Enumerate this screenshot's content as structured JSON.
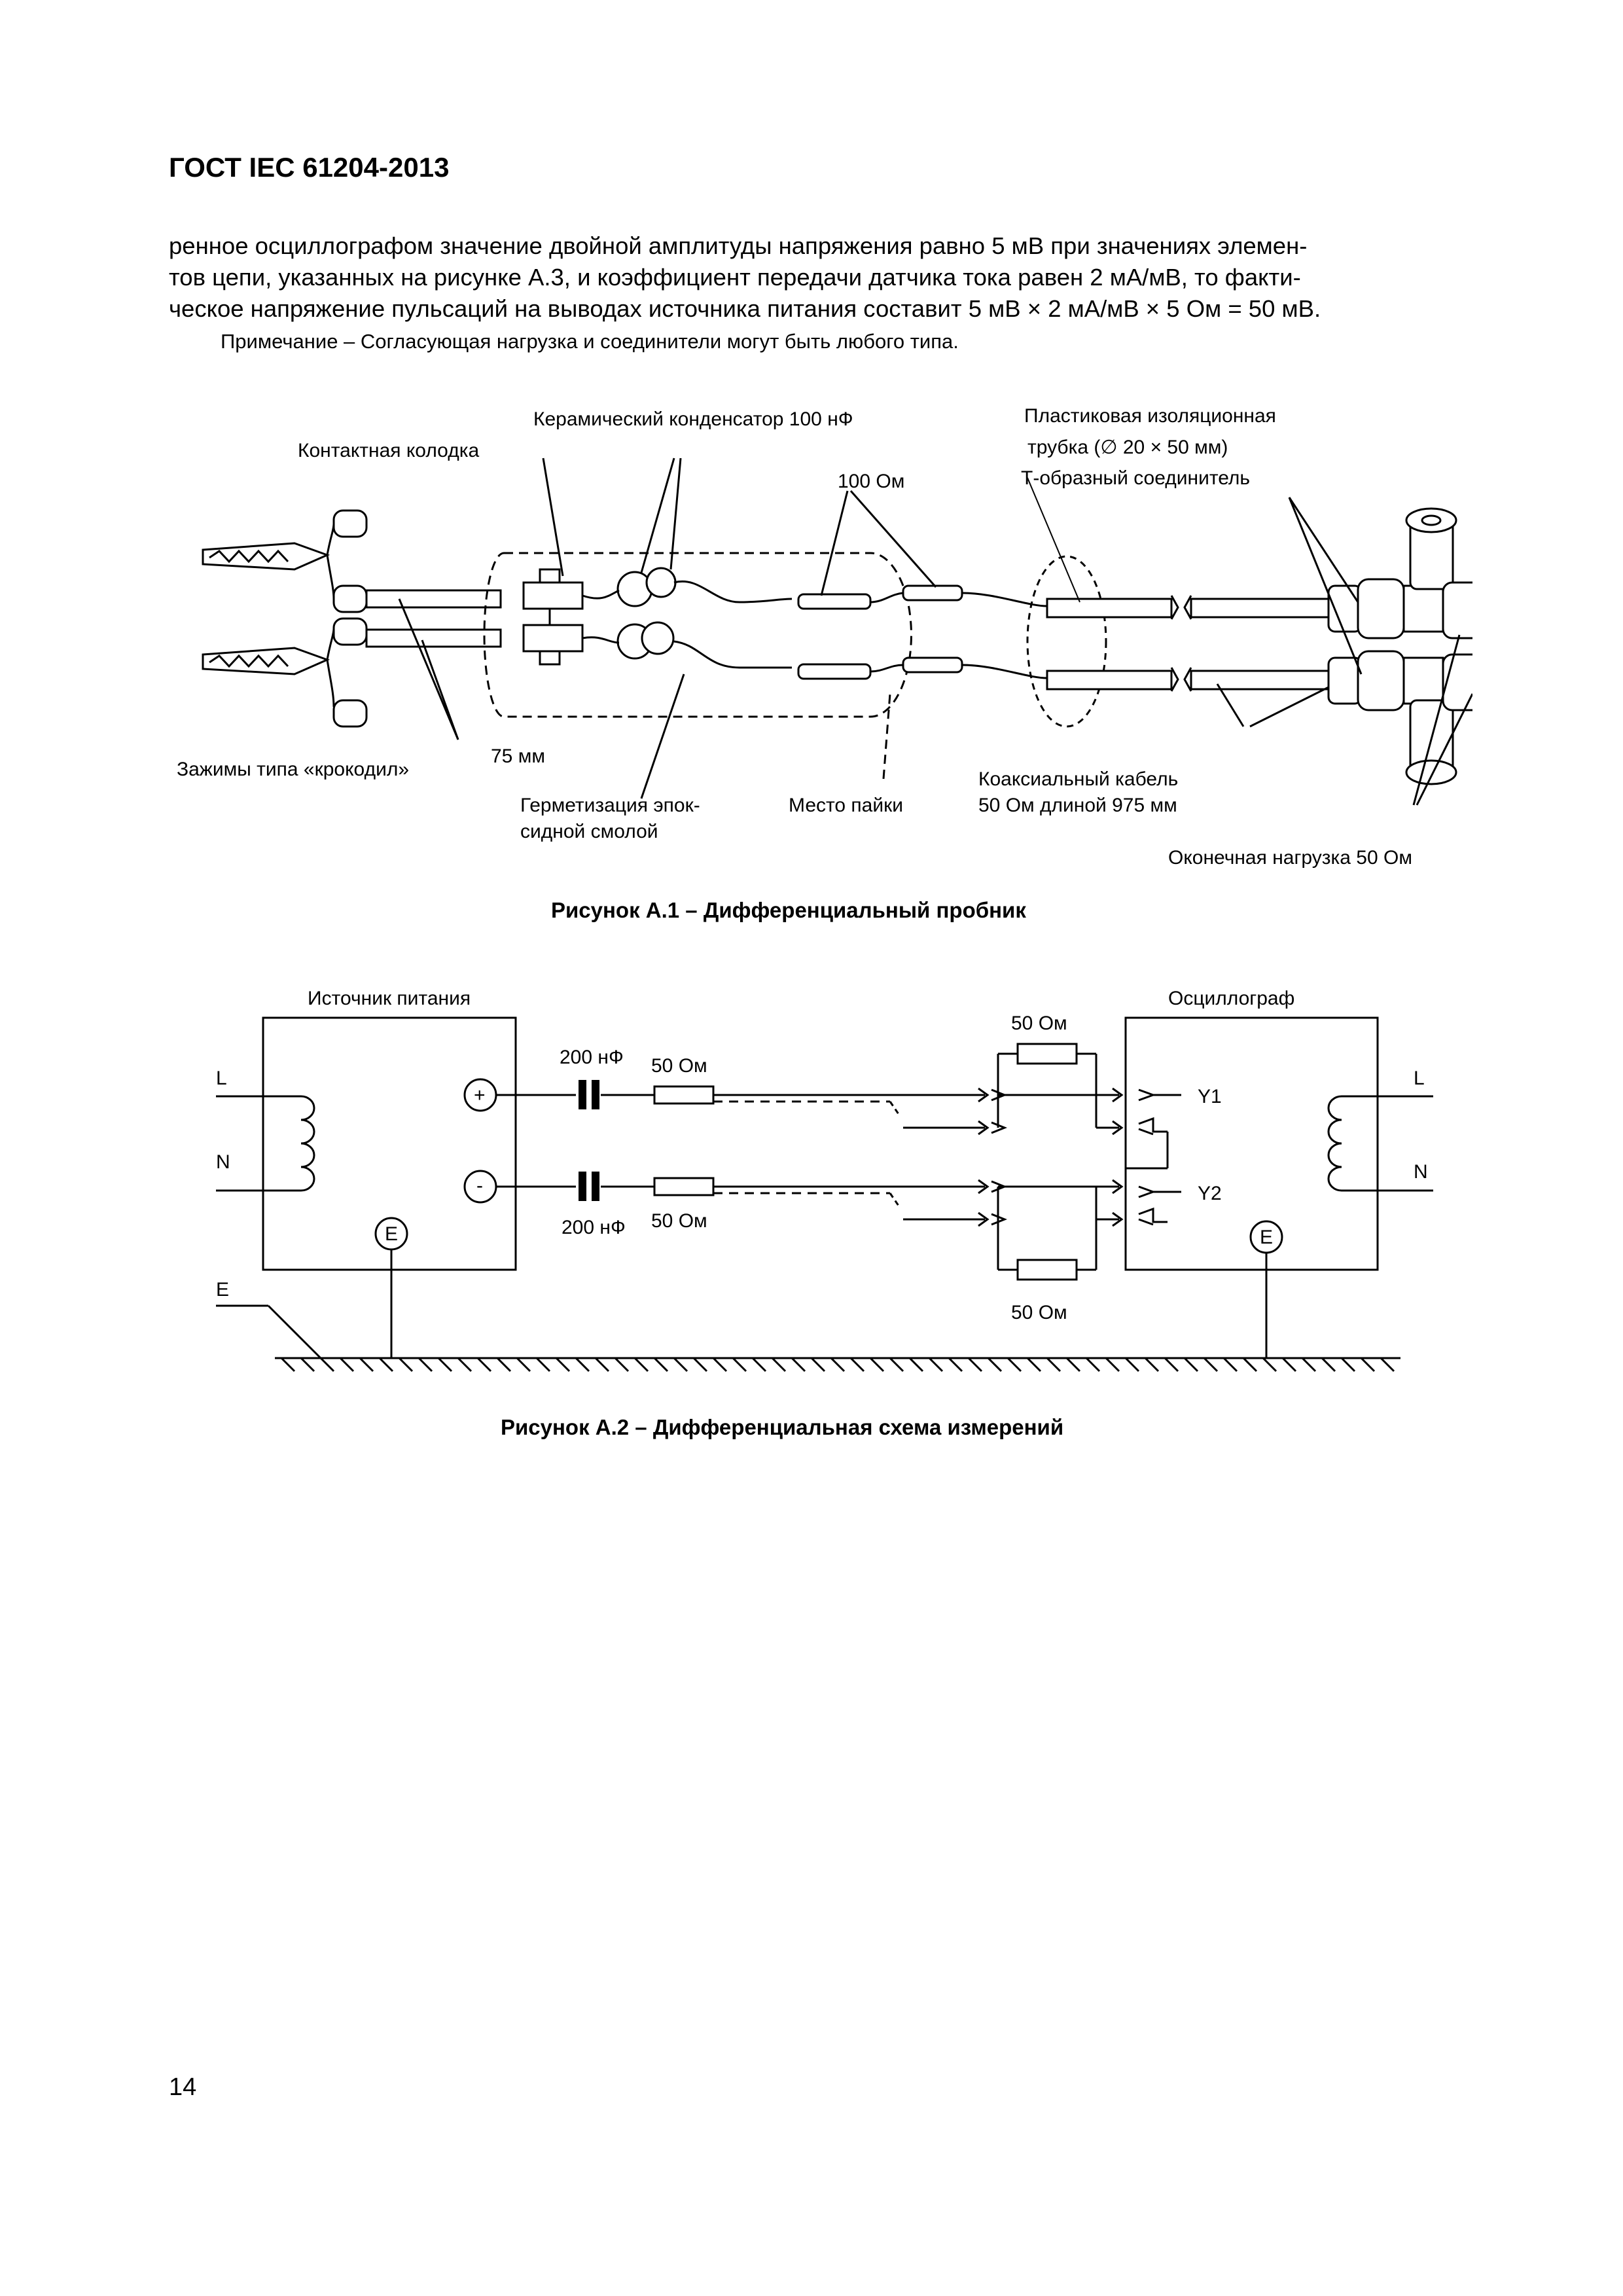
{
  "header": {
    "title": "ГОСТ IEC 61204-2013"
  },
  "body": {
    "lines": [
      "ренное осциллографом значение двойной амплитуды напряжения равно 5 мВ при значениях элемен-",
      "тов цепи, указанных на рисунке А.3, и коэффициент передачи датчика тока равен 2 мА/мВ, то факти-",
      "ческое напряжение пульсаций на выводах источника питания составит 5 мВ × 2 мА/мВ × 5 Ом = 50 мВ."
    ],
    "note": "Примечание – Согласующая нагрузка и соединители могут быть любого типа."
  },
  "figure1": {
    "caption": "Рисунок А.1 – Дифференциальный пробник",
    "labels": {
      "ceramic_cap": "Керамический конденсатор 100 нФ",
      "contact_block": "Контактная колодка",
      "resistor": "100 Ом",
      "plastic_tube_1": "Пластиковая изоляционная",
      "plastic_tube_2": "трубка (∅ 20 × 50 мм)",
      "t_connector": "Т-образный соединитель",
      "length": "75 мм",
      "clamps": "Зажимы типа «крокодил»",
      "epoxy_1": "Герметизация эпок-",
      "epoxy_2": "сидной смолой",
      "solder": "Место пайки",
      "coax_1": "Коаксиальный кабель",
      "coax_2": "50 Ом длиной 975 мм",
      "termination": "Оконечная нагрузка 50 Ом"
    }
  },
  "figure2": {
    "caption": "Рисунок А.2 – Дифференциальная схема измерений",
    "labels": {
      "power_source": "Источник питания",
      "oscilloscope": "Осциллограф",
      "L_left": "L",
      "N_left": "N",
      "E_ground": "E",
      "plus": "+",
      "minus": "-",
      "E_src": "E",
      "E_osc": "E",
      "cap_top": "200 нФ",
      "cap_bottom": "200 нФ",
      "res_top": "50 Ом",
      "res_bottom": "50 Ом",
      "term_top": "50 Ом",
      "term_bottom": "50 Ом",
      "y1": "Y1",
      "y2": "Y2",
      "L_right": "L",
      "N_right": "N"
    }
  },
  "page_number": "14"
}
